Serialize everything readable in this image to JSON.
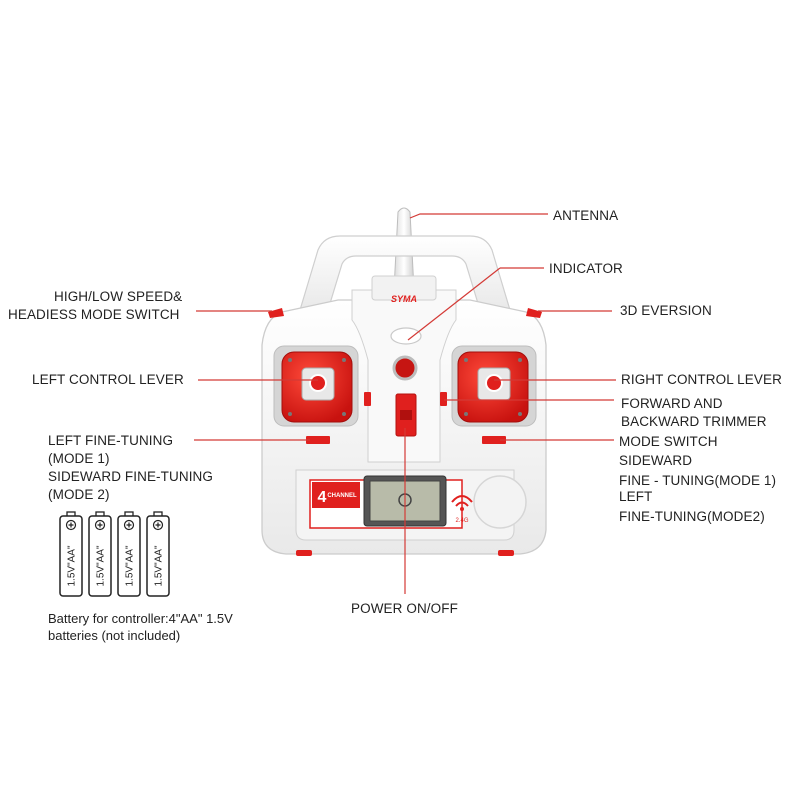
{
  "labels": {
    "antenna": "ANTENNA",
    "indicator": "INDICATOR",
    "speed_switch_1": "HIGH/LOW SPEED&",
    "speed_switch_2": "HEADIESS MODE SWITCH",
    "eversion": "3D EVERSION",
    "left_lever": "LEFT CONTROL LEVER",
    "right_lever": "RIGHT CONTROL LEVER",
    "fb_trimmer_1": "FORWARD AND",
    "fb_trimmer_2": "BACKWARD TRIMMER",
    "left_fine_1": "LEFT FINE-TUNING",
    "left_fine_2": "(MODE 1)",
    "left_fine_3": "SIDEWARD FINE-TUNING",
    "left_fine_4": "(MODE 2)",
    "mode_switch": "MODE SWITCH",
    "sideward_1": "SIDEWARD",
    "sideward_2": "FINE - TUNING(MODE 1)",
    "sideward_3": "LEFT",
    "sideward_4": "FINE-TUNING(MODE2)",
    "power": "POWER ON/OFF"
  },
  "controller": {
    "brand": "SYMA",
    "channel_badge": "4",
    "channel_text": "CHANNEL",
    "wifi_text": "2.4G"
  },
  "battery": {
    "label": "1.5V\"AA\"",
    "count": 4,
    "caption_1": "Battery for controller:4\"AA\" 1.5V",
    "caption_2": "batteries (not included)"
  },
  "colors": {
    "accent_red": "#e0201e",
    "leader_line": "#d43a36",
    "body_white": "#f6f6f6",
    "body_shadow": "#d9d9d9"
  }
}
